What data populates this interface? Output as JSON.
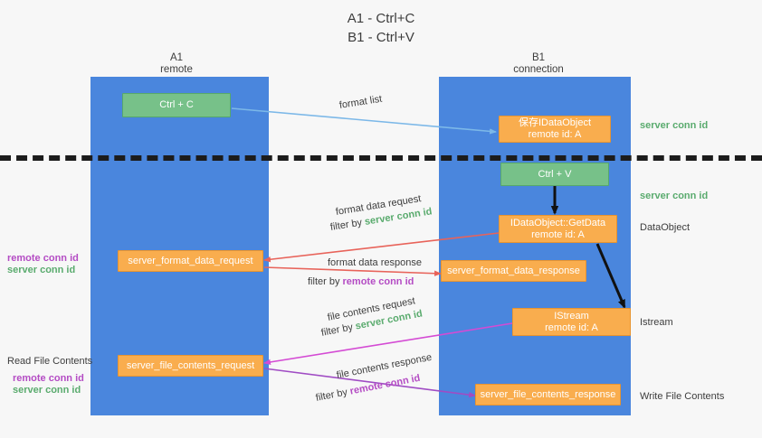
{
  "title": "A1 - Ctrl+C\nB1 - Ctrl+V",
  "columns": [
    {
      "name": "A1",
      "sub": "remote",
      "header": "A1\nremote"
    },
    {
      "name": "B1",
      "sub": "connection",
      "header": "B1\nconnection"
    }
  ],
  "colors": {
    "lane": "#4a86dd",
    "green_box": "#77c189",
    "orange_box": "#f9ad4e",
    "green_text": "#5aab6e",
    "purple_text": "#b44cc4",
    "divider": "#1c1c1c",
    "arrow_blue": "#7cb8e8",
    "arrow_red": "#e8635a",
    "arrow_magenta": "#d44bd4",
    "arrow_purple": "#a04cc4",
    "arrow_black": "#111111"
  },
  "nodes": {
    "ctrl_c": "Ctrl + C",
    "save_idataobject": "保存IDataObject\nremote id: A",
    "ctrl_v": "Ctrl + V",
    "idataobject_getdata": "IDataObject::GetData\nremote id: A",
    "server_format_data_request": "server_format_data_request",
    "server_format_data_response": "server_format_data_response",
    "istream": "IStream\nremote id: A",
    "server_file_contents_request": "server_file_contents_request",
    "server_file_contents_response": "server_file_contents_response"
  },
  "right_labels": {
    "server_conn_id_1": "server conn id",
    "server_conn_id_2": "server conn id",
    "dataobject": "DataObject",
    "istream": "Istream",
    "write_file_contents": "Write File Contents"
  },
  "left_labels": {
    "remote_conn_id_1": "remote conn id",
    "server_conn_id_1": "server conn id",
    "read_file_contents": "Read File Contents",
    "remote_conn_id_2": "remote conn id",
    "server_conn_id_2": "server conn id"
  },
  "edge_labels": {
    "format_list": "format list",
    "format_data_request": "format data request",
    "format_data_request_filter_prefix": "filter by ",
    "format_data_request_filter_value": "server conn id",
    "format_data_response": "format data response",
    "format_data_response_filter_prefix": "filter by ",
    "format_data_response_filter_value": "remote conn id",
    "file_contents_request": "file contents request",
    "file_contents_request_filter_prefix": "filter by ",
    "file_contents_request_filter_value": "server conn id",
    "file_contents_response": "file contents response",
    "file_contents_response_filter_prefix": "filter by ",
    "file_contents_response_filter_value": "remote conn id"
  }
}
